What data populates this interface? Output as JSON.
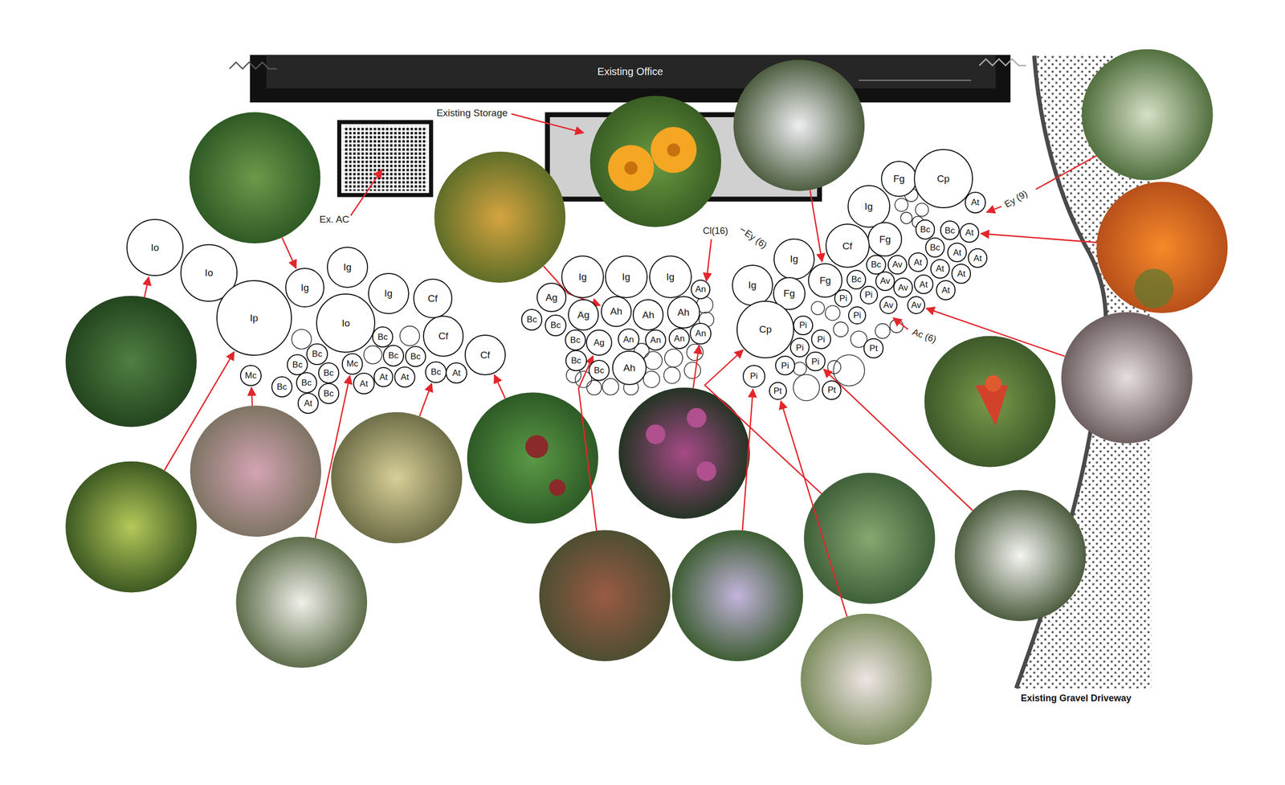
{
  "diagram": {
    "nodes": [
      {
        "text": [
          "Existing Office"
        ]
      },
      {
        "text": [
          "Io"
        ]
      },
      {
        "text": [
          "Io"
        ]
      },
      {
        "text": [
          "Ig"
        ]
      },
      {
        "text": [
          "Ig"
        ]
      },
      {
        "text": [
          "Ig"
        ]
      },
      {
        "text": [
          "Cf"
        ]
      },
      {
        "text": [
          "Ip"
        ]
      },
      {
        "text": [
          "Io"
        ]
      },
      {
        "text": [
          "Cf"
        ]
      },
      {
        "text": [
          "Bc"
        ]
      },
      {
        "text": [
          "Bc"
        ]
      },
      {
        "text": [
          "Mc"
        ]
      },
      {
        "text": [
          "Bc"
        ]
      },
      {
        "text": [
          "Bc"
        ]
      },
      {
        "text": [
          "Cf"
        ]
      },
      {
        "text": [
          "Bc"
        ]
      },
      {
        "text": [
          "Bc"
        ]
      },
      {
        "text": [
          "Mc"
        ]
      },
      {
        "text": [
          "At"
        ]
      },
      {
        "text": [
          "At"
        ]
      },
      {
        "text": [
          "At"
        ]
      },
      {
        "text": [
          "Bc"
        ]
      },
      {
        "text": [
          "At"
        ]
      },
      {
        "text": [
          "Bc"
        ]
      },
      {
        "text": [
          "Bc"
        ]
      },
      {
        "text": [
          "Bc"
        ]
      },
      {
        "text": [
          "At"
        ]
      },
      {
        "text": [
          "Ig"
        ]
      },
      {
        "text": [
          "Ig"
        ]
      },
      {
        "text": [
          "Ig"
        ]
      },
      {
        "text": [
          "An"
        ]
      },
      {
        "text": [
          "Ag"
        ]
      },
      {
        "text": [
          "Ag"
        ]
      },
      {
        "text": [
          "Ah"
        ]
      },
      {
        "text": [
          "Ah"
        ]
      },
      {
        "text": [
          "Ah"
        ]
      },
      {
        "text": [
          "Bc"
        ]
      },
      {
        "text": [
          "Bc"
        ]
      },
      {
        "text": [
          "Bc"
        ]
      },
      {
        "text": [
          "Ag"
        ]
      },
      {
        "text": [
          "An"
        ]
      },
      {
        "text": [
          "An"
        ]
      },
      {
        "text": [
          "An"
        ]
      },
      {
        "text": [
          "An"
        ]
      },
      {
        "text": [
          "Bc"
        ]
      },
      {
        "text": [
          "Ah"
        ]
      },
      {
        "text": [
          "Bc"
        ]
      },
      {
        "text": [
          "Fg"
        ]
      },
      {
        "text": [
          "Cp"
        ]
      },
      {
        "text": [
          "Ig"
        ]
      },
      {
        "text": [
          "At"
        ]
      },
      {
        "text": [
          "Bc"
        ]
      },
      {
        "text": [
          "Bc"
        ]
      },
      {
        "text": [
          "At"
        ]
      },
      {
        "text": [
          "Fg"
        ]
      },
      {
        "text": [
          "Cf"
        ]
      },
      {
        "text": [
          "Bc"
        ]
      },
      {
        "text": [
          "At"
        ]
      },
      {
        "text": [
          "Ig"
        ]
      },
      {
        "text": [
          "At"
        ]
      },
      {
        "text": [
          "At"
        ]
      },
      {
        "text": [
          "Bc"
        ]
      },
      {
        "text": [
          "Av"
        ]
      },
      {
        "text": [
          "At"
        ]
      },
      {
        "text": [
          "At"
        ]
      },
      {
        "text": [
          "Bc"
        ]
      },
      {
        "text": [
          "Fg"
        ]
      },
      {
        "text": [
          "Av"
        ]
      },
      {
        "text": [
          "Av"
        ]
      },
      {
        "text": [
          "At"
        ]
      },
      {
        "text": [
          "Ig"
        ]
      },
      {
        "text": [
          "At"
        ]
      },
      {
        "text": [
          "Fg"
        ]
      },
      {
        "text": [
          "Pi"
        ]
      },
      {
        "text": [
          "Pi"
        ]
      },
      {
        "text": [
          "Av"
        ]
      },
      {
        "text": [
          "Av"
        ]
      },
      {
        "text": [
          "Pi"
        ]
      },
      {
        "text": [
          "Pi"
        ]
      },
      {
        "text": [
          "Cp"
        ]
      },
      {
        "text": [
          "Pi"
        ]
      },
      {
        "text": [
          "Pi"
        ]
      },
      {
        "text": [
          "Pt"
        ]
      },
      {
        "text": [
          "Pi"
        ]
      },
      {
        "text": [
          "Pi"
        ]
      },
      {
        "text": [
          "Pi"
        ]
      },
      {
        "text": [
          "Pt"
        ]
      },
      {
        "text": [
          "Pt"
        ]
      }
    ],
    "labels": [
      "Existing Storage",
      "Ex. AC",
      "Cl(16)",
      "Ey (6)",
      "Ey (9)",
      "Ac (6)",
      "Existing Gravel Driveway"
    ]
  }
}
